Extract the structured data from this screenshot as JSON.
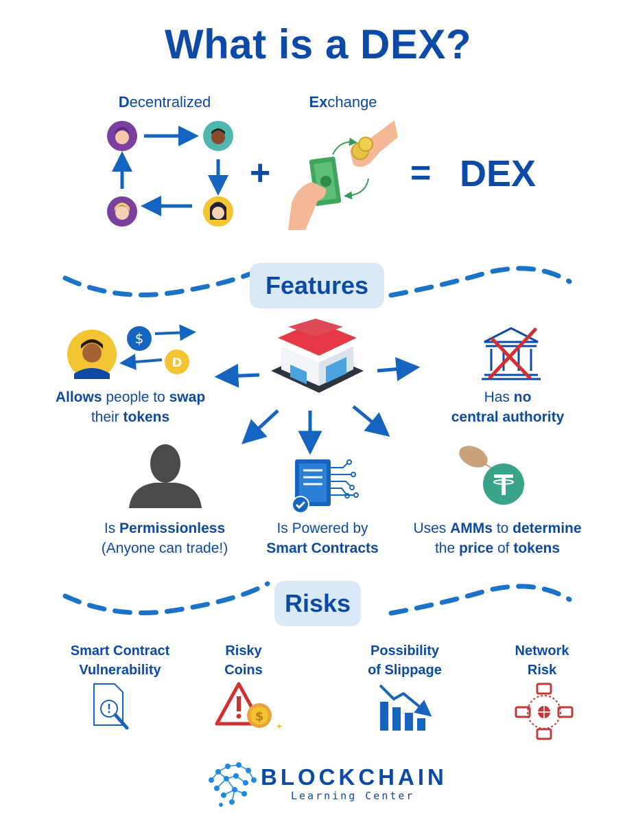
{
  "title": "What is a DEX?",
  "equation": {
    "decentralized_bold": "D",
    "decentralized_rest": "ecentralized",
    "exchange_bold": "Ex",
    "exchange_rest": "change",
    "plus": "+",
    "equals": "=",
    "result": "DEX"
  },
  "features": {
    "heading": "Features",
    "swap": {
      "p1": "Allows",
      "p2": " people to ",
      "p3": "swap",
      "p4": "their ",
      "p5": "tokens"
    },
    "authority": {
      "p1": "Has ",
      "p2": "no",
      "p3": "central authority"
    },
    "permissionless": {
      "p1": "Is ",
      "p2": "Permissionless",
      "p3": "(Anyone can trade!)"
    },
    "contracts": {
      "p1": "Is Powered by",
      "p2": "Smart Contracts"
    },
    "amm": {
      "p1": "Uses ",
      "p2": "AMMs",
      "p3": " to ",
      "p4": "determine",
      "p5": "the ",
      "p6": "price",
      "p7": " of ",
      "p8": "tokens"
    }
  },
  "risks": {
    "heading": "Risks",
    "items": [
      {
        "line1": "Smart Contract",
        "line2": "Vulnerability",
        "icon": "document-magnifier-icon"
      },
      {
        "line1": "Risky",
        "line2": "Coins",
        "icon": "warning-coin-icon"
      },
      {
        "line1": "Possibility",
        "line2": "of Slippage",
        "icon": "falling-chart-icon"
      },
      {
        "line1": "Network",
        "line2": "Risk",
        "icon": "network-icon"
      }
    ]
  },
  "logo": {
    "word": "BLOCKCHAIN",
    "sub": "Learning Center"
  },
  "colors": {
    "primary": "#0b4aa6",
    "accent_arrow": "#1565c0",
    "pill_bg": "#dbe8f8",
    "danger": "#d32f2f"
  }
}
